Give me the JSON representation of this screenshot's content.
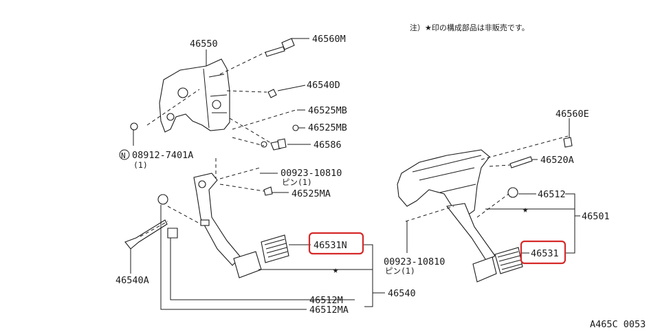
{
  "note": "注）★印の構成部品は非販売です。",
  "figure_code": "A465C 0053",
  "star": "★",
  "highlight_color": "#d62828",
  "labels": {
    "p46550": "46550",
    "p46560M": "46560M",
    "p46540D": "46540D",
    "p46525MB_1": "46525MB",
    "p46525MB_2": "46525MB",
    "p46586": "46586",
    "p08912": "08912-7401A",
    "p08912_qty": "(1)",
    "p00923_left": "00923-10810",
    "p00923_left_sub": "ピン(1)",
    "p46525MA": "46525MA",
    "p46531N": "46531N",
    "p46540A": "46540A",
    "p46512M": "46512M",
    "p46512MA": "46512MA",
    "p46540": "46540",
    "p46560E": "46560E",
    "p46520A": "46520A",
    "p46512": "46512",
    "p46501": "46501",
    "p46531": "46531",
    "p00923_right": "00923-10810",
    "p00923_right_sub": "ピン(1)"
  },
  "highlighted_parts": [
    "46531N",
    "46531"
  ]
}
